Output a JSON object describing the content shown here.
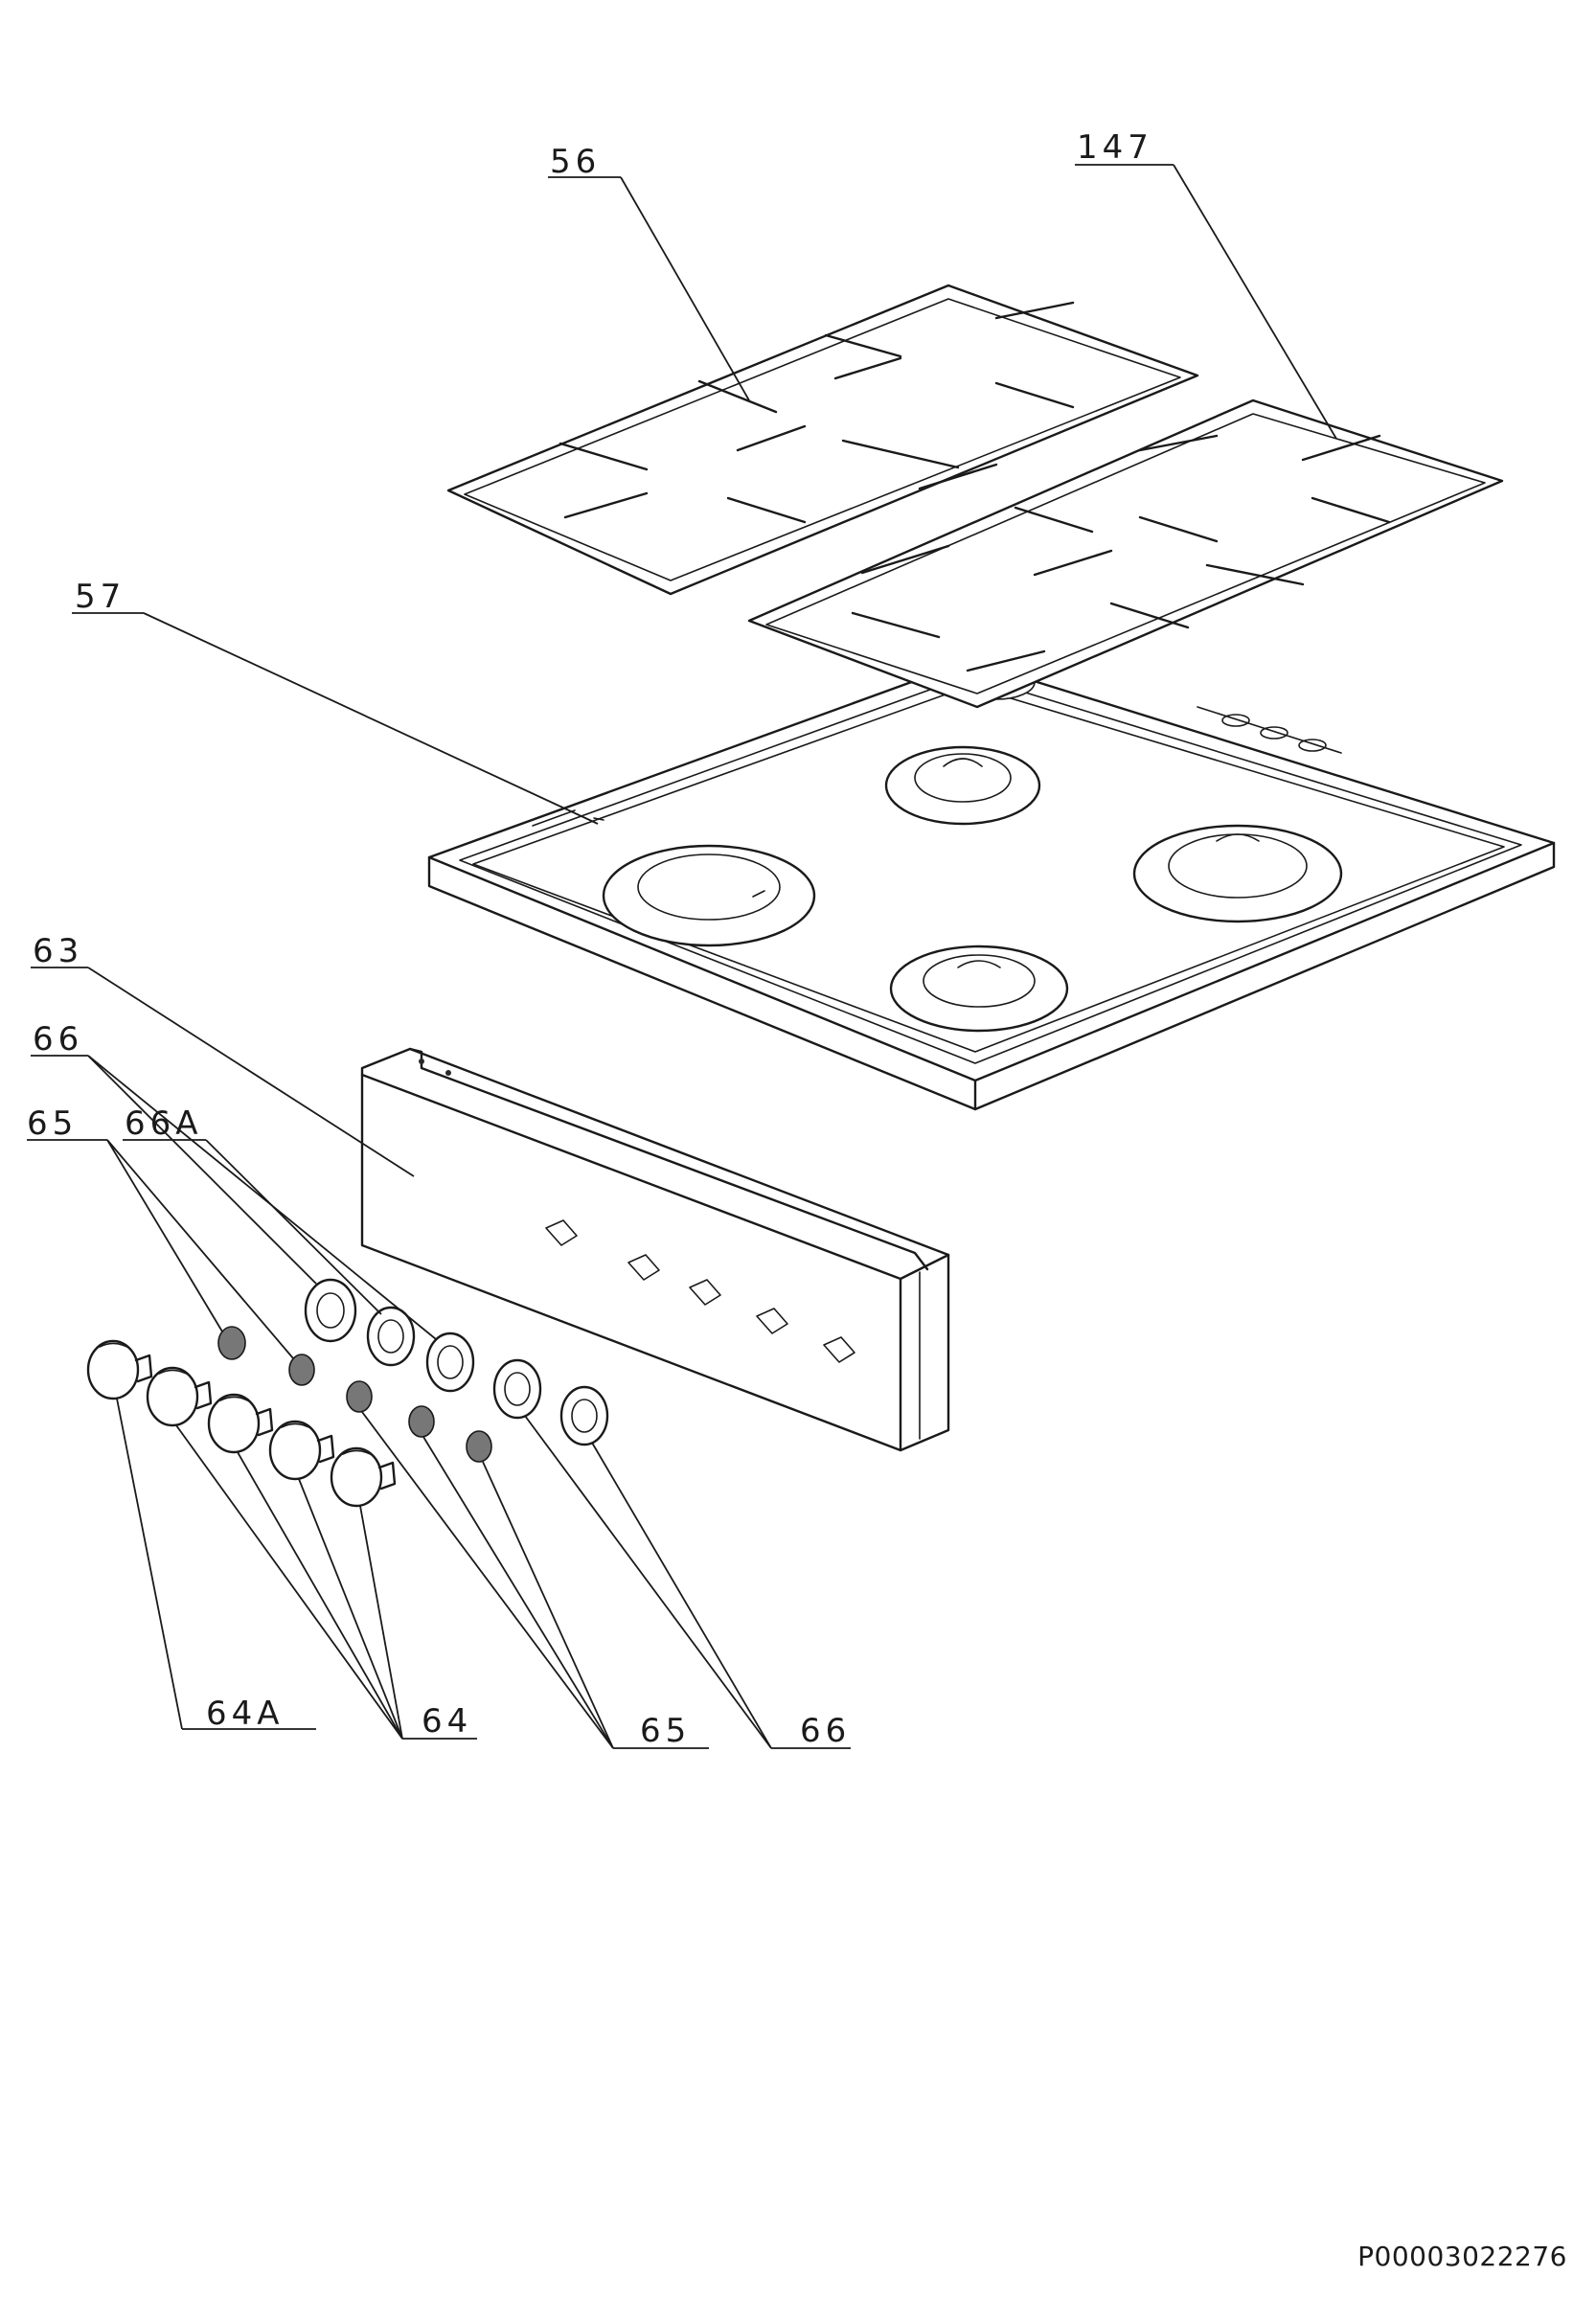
{
  "callouts": {
    "grid_left": "56",
    "grid_right": "147",
    "hob_top": "57",
    "control_panel": "63",
    "ring_left": "66",
    "spring_left": "65",
    "ring_variant": "66A",
    "knob_variant": "64A",
    "knobs": "64",
    "springs": "65",
    "rings": "66"
  },
  "document": {
    "reference_code": "P00003022276"
  }
}
